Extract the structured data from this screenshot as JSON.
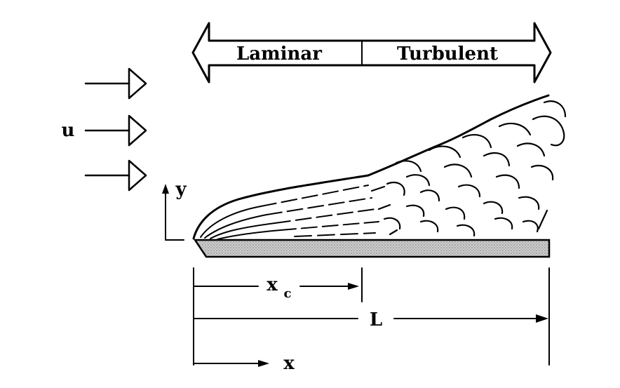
{
  "labels": {
    "laminar": "Laminar",
    "turbulent": "Turbulent",
    "velocity": "u",
    "y_axis": "y",
    "x_axis": "x",
    "xc_main": "x",
    "xc_sub": "c",
    "length": "L"
  },
  "colors": {
    "ink": "#000000",
    "plate_fill": "#bdbdbd"
  }
}
